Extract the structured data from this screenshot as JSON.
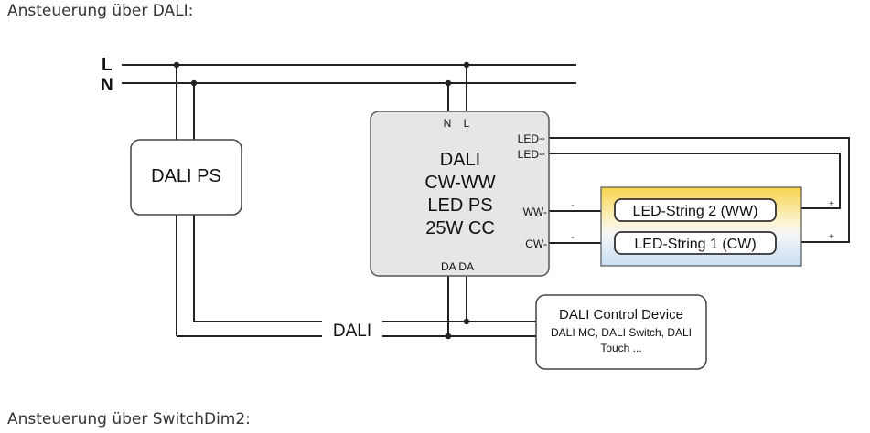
{
  "headings": {
    "dali": "Ansteuerung über DALI:",
    "switchdim": "Ansteuerung über SwitchDim2:"
  },
  "mains": {
    "l": "L",
    "n": "N"
  },
  "dali_ps": {
    "label": "DALI PS"
  },
  "driver": {
    "terminal_n": "N",
    "terminal_l": "L",
    "led_plus_1": "LED+",
    "led_plus_2": "LED+",
    "ww": "WW-",
    "cw": "CW-",
    "da": "DA DA",
    "line1": "DALI",
    "line2": "CW-WW",
    "line3": "LED PS",
    "line4": "25W CC"
  },
  "strings": {
    "ww": "LED-String 2 (WW)",
    "cw": "LED-String 1 (CW)",
    "minus": "-",
    "plus": "+"
  },
  "bus": {
    "label": "DALI"
  },
  "control": {
    "title": "DALI Control Device",
    "line1": "DALI MC, DALI Switch, DALI",
    "line2": "Touch ..."
  },
  "colors": {
    "wire": "#222222",
    "driver_fill": "#e6e6e6",
    "warm": "#f7dc6f",
    "cool": "#cfe3f5"
  }
}
